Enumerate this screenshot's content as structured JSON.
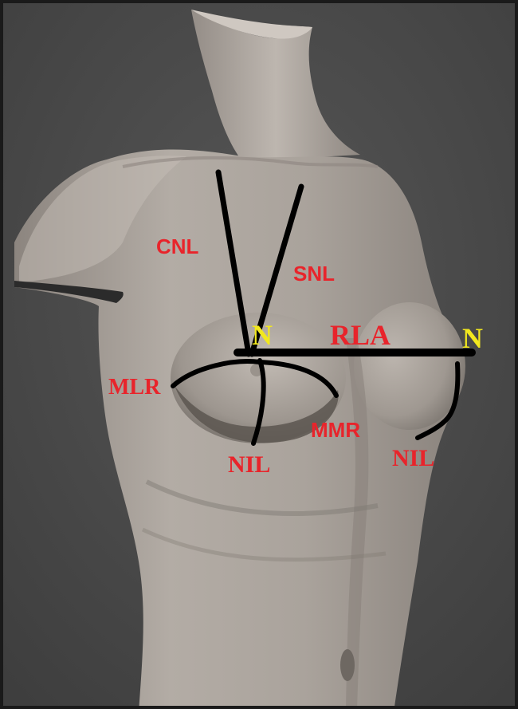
{
  "colors": {
    "background": "#4a4a4a",
    "border": "#1a1a1a",
    "torso": "#a49d96",
    "line": "#000000",
    "label_red": "#e8242b",
    "label_yellow": "#f2e81e"
  },
  "labels": {
    "cnl": "CNL",
    "snl": "SNL",
    "n_left": "N",
    "rla": "RLA",
    "n_right": "N",
    "mlr": "MLR",
    "mmr": "MMR",
    "nil_left": "NIL",
    "nil_right": "NIL"
  }
}
